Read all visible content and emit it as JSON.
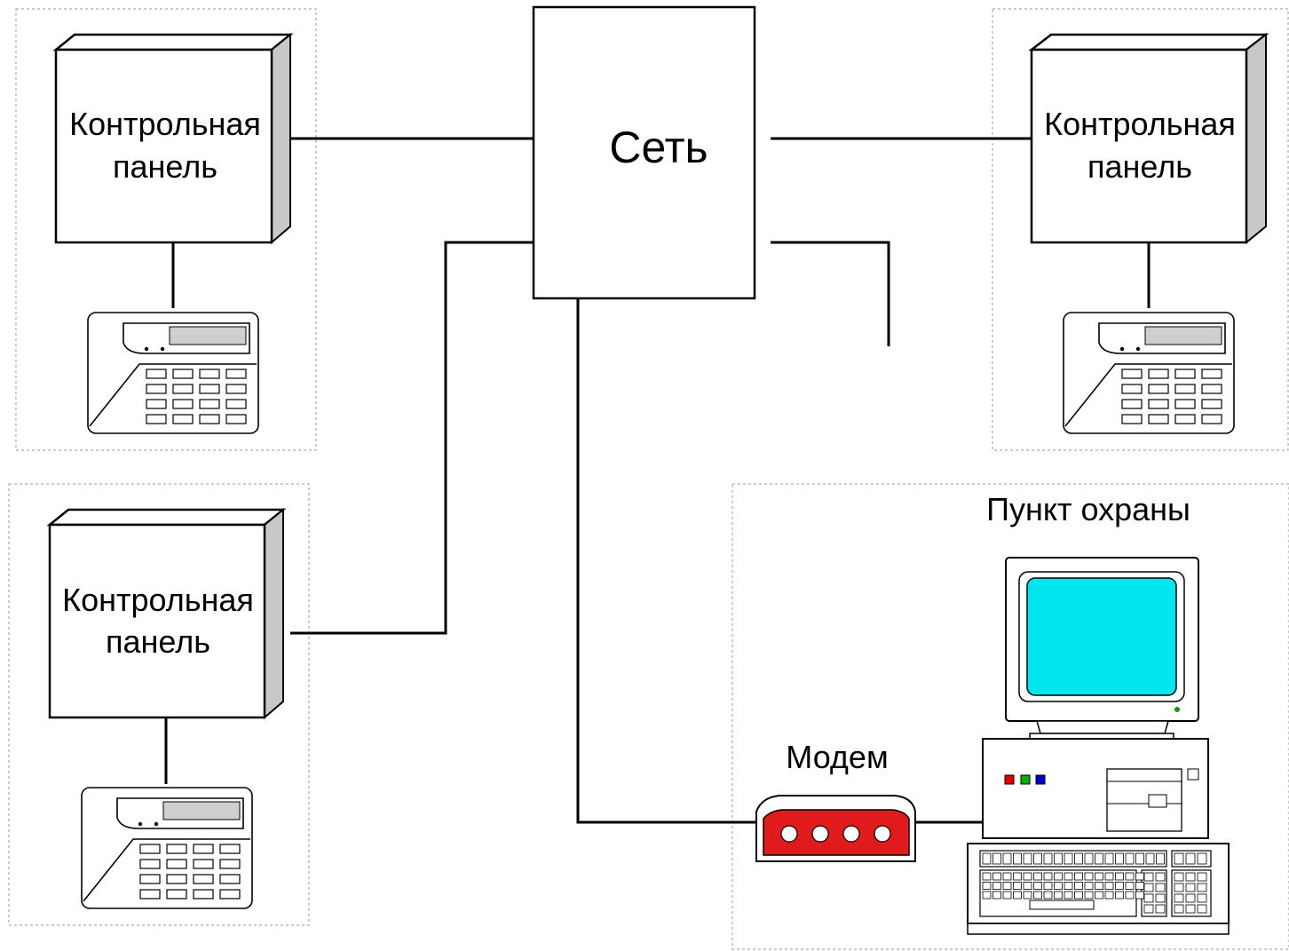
{
  "network": {
    "label": "Сеть"
  },
  "panels": [
    {
      "line1": "Контрольная",
      "line2": "панель"
    },
    {
      "line1": "Контрольная",
      "line2": "панель"
    },
    {
      "line1": "Контрольная",
      "line2": "панель"
    }
  ],
  "guard_post": {
    "title": "Пункт  охраны"
  },
  "modem": {
    "label": "Модем"
  },
  "colors": {
    "monitor_screen": "#00e5ee",
    "modem_body": "#e11b1b",
    "led_red": "#e00000",
    "led_green": "#00b000",
    "led_blue": "#0000d0"
  }
}
